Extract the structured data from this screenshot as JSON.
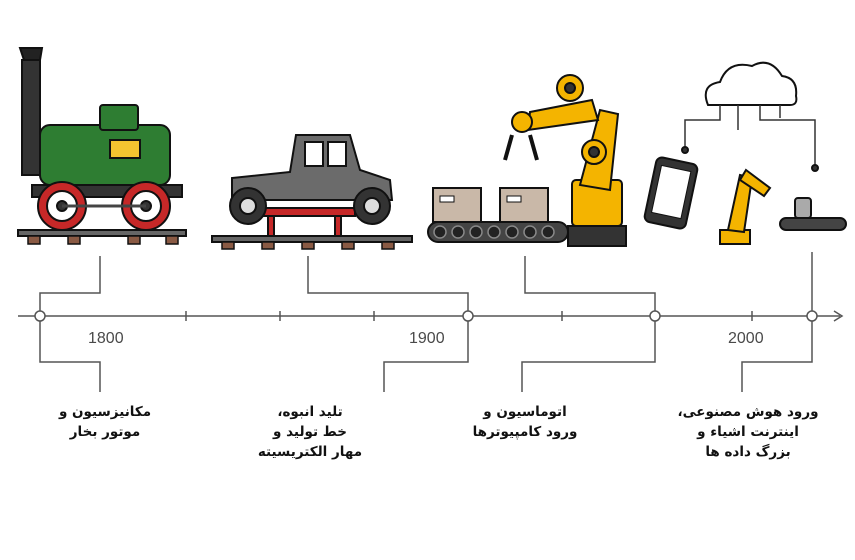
{
  "timeline": {
    "years": [
      "1800",
      "1900",
      "2000"
    ],
    "eras": [
      {
        "id": "steam",
        "lines": [
          "مکانیزسیون و",
          "موتور بخار"
        ]
      },
      {
        "id": "assembly",
        "lines": [
          "تلید انبوه،",
          "خط تولید و",
          "مهار الکتریسیته"
        ]
      },
      {
        "id": "automation",
        "lines": [
          "اتوماسیون و",
          "ورود کامپیوترها"
        ]
      },
      {
        "id": "ai",
        "lines": [
          "ورود هوش مصنوعی،",
          "اینترنت اشیاء و",
          "بزرگ داده ها"
        ]
      }
    ]
  },
  "colors": {
    "line": "#555555",
    "locomotive": "#2e7d32",
    "wheel": "#c62828",
    "car": "#6b6b6b",
    "box": "#c9b8a8",
    "robot": "#f4b400"
  },
  "icons": [
    "locomotive-icon",
    "vintage-car-icon",
    "robotic-arm-conveyor-icon",
    "cloud-iot-icon"
  ]
}
